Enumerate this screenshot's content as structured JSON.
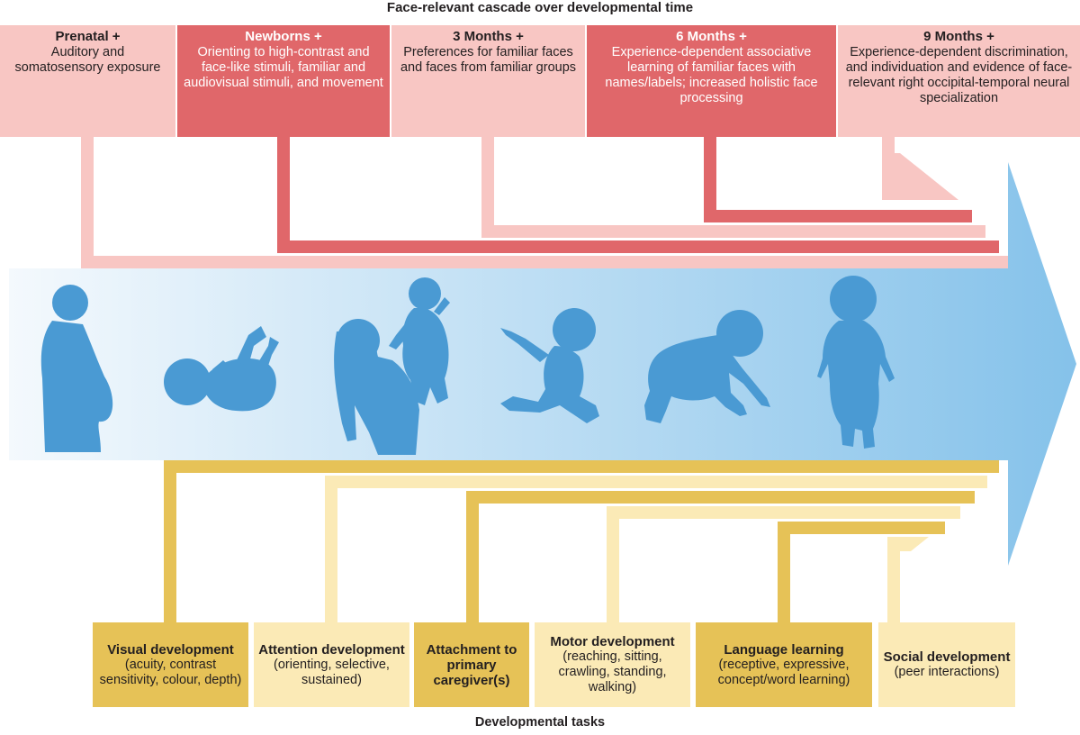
{
  "header": {
    "title": "Face-relevant cascade over developmental time"
  },
  "footer": {
    "title": "Developmental tasks"
  },
  "colors": {
    "pink_light": "#f8c6c3",
    "pink_dark": "#e0676a",
    "yellow_dark": "#e6c257",
    "yellow_light": "#fbeab6",
    "silhouette": "#4a9ad3",
    "arrow_start": "#f4f9fd",
    "arrow_end": "#85c2ea"
  },
  "stages": [
    {
      "title": "Prenatal +",
      "text": "Auditory and somatosensory exposure"
    },
    {
      "title": "Newborns +",
      "text": "Orienting to high-contrast and face-like stimuli, familiar and audiovisual stimuli, and movement"
    },
    {
      "title": "3 Months +",
      "text": "Preferences for familiar faces and faces from familiar groups"
    },
    {
      "title": "6 Months +",
      "text": "Experience-dependent associative learning of familiar faces with names/labels; increased holistic face processing"
    },
    {
      "title": "9 Months +",
      "text": "Experience-dependent discrimination, and individuation and evidence of face-relevant right occipital-temporal neural specialization"
    }
  ],
  "silhouettes": [
    {
      "icon": "pregnant-woman-icon"
    },
    {
      "icon": "newborn-lying-icon"
    },
    {
      "icon": "mother-lifting-baby-icon"
    },
    {
      "icon": "reaching-baby-icon"
    },
    {
      "icon": "crawling-baby-icon"
    },
    {
      "icon": "standing-toddler-icon"
    }
  ],
  "tasks": [
    {
      "title": "Visual development",
      "text": "(acuity, contrast sensitivity, colour, depth)"
    },
    {
      "title": "Attention development",
      "text": "(orienting, selective, sustained)"
    },
    {
      "title": "Attachment to primary caregiver(s)",
      "text": ""
    },
    {
      "title": "Motor development",
      "text": "(reaching, sitting, crawling, standing, walking)"
    },
    {
      "title": "Language learning",
      "text": "(receptive, expressive, concept/word learning)"
    },
    {
      "title": "Social development",
      "text": "(peer interactions)"
    }
  ]
}
